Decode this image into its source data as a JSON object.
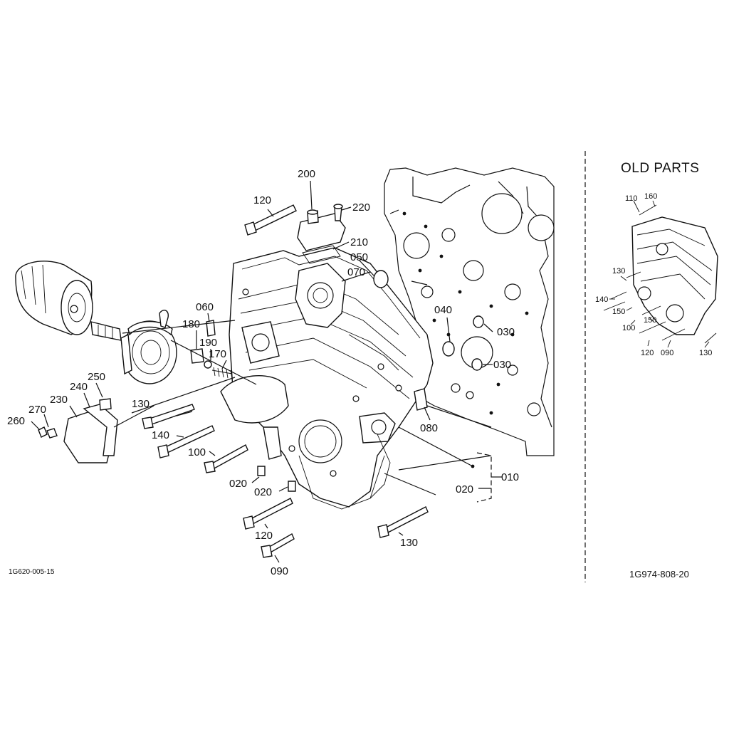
{
  "diagram": {
    "main_code": "1G620-005-15",
    "old_parts_title": "OLD PARTS",
    "old_parts_code": "1G974-808-20",
    "callouts": [
      {
        "id": "c200",
        "text": "200"
      },
      {
        "id": "c220",
        "text": "220"
      },
      {
        "id": "c120a",
        "text": "120"
      },
      {
        "id": "c210",
        "text": "210"
      },
      {
        "id": "c050",
        "text": "050"
      },
      {
        "id": "c070",
        "text": "070"
      },
      {
        "id": "c060",
        "text": "060"
      },
      {
        "id": "c180",
        "text": "180"
      },
      {
        "id": "c190",
        "text": "190"
      },
      {
        "id": "c170",
        "text": "170"
      },
      {
        "id": "c040",
        "text": "040"
      },
      {
        "id": "c030a",
        "text": "030"
      },
      {
        "id": "c030b",
        "text": "030"
      },
      {
        "id": "c250",
        "text": "250"
      },
      {
        "id": "c240",
        "text": "240"
      },
      {
        "id": "c230",
        "text": "230"
      },
      {
        "id": "c270",
        "text": "270"
      },
      {
        "id": "c260",
        "text": "260"
      },
      {
        "id": "c130a",
        "text": "130"
      },
      {
        "id": "c140",
        "text": "140"
      },
      {
        "id": "c100",
        "text": "100"
      },
      {
        "id": "c020a",
        "text": "020"
      },
      {
        "id": "c020b",
        "text": "020"
      },
      {
        "id": "c080",
        "text": "080"
      },
      {
        "id": "c010",
        "text": "010"
      },
      {
        "id": "c020c",
        "text": "020"
      },
      {
        "id": "c120b",
        "text": "120"
      },
      {
        "id": "c090",
        "text": "090"
      },
      {
        "id": "c130b",
        "text": "130"
      }
    ],
    "old_callouts": [
      {
        "id": "o110",
        "text": "110"
      },
      {
        "id": "o160",
        "text": "160"
      },
      {
        "id": "o130a",
        "text": "130"
      },
      {
        "id": "o140",
        "text": "140"
      },
      {
        "id": "o150a",
        "text": "150"
      },
      {
        "id": "o100",
        "text": "100"
      },
      {
        "id": "o150b",
        "text": "150"
      },
      {
        "id": "o120",
        "text": "120"
      },
      {
        "id": "o090",
        "text": "090"
      },
      {
        "id": "o130b",
        "text": "130"
      }
    ]
  }
}
